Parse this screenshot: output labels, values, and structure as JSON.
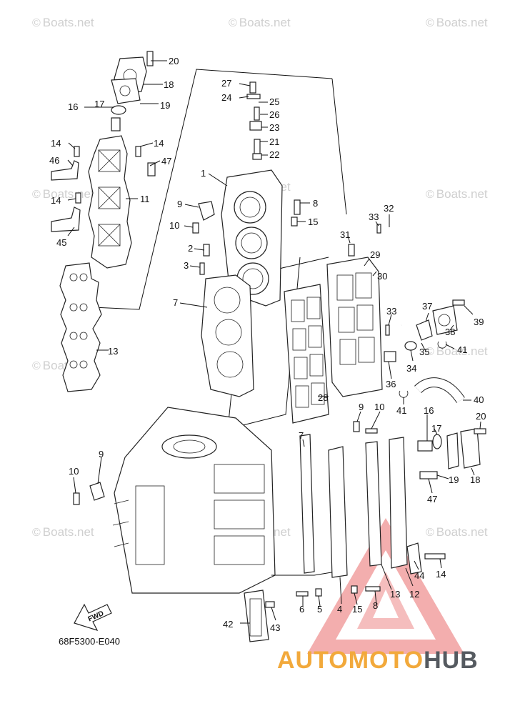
{
  "watermarks": [
    {
      "symbol": "©",
      "text": "Boats.net"
    },
    {
      "symbol": "©",
      "text": "Boats.net"
    },
    {
      "symbol": "©",
      "text": "Boats.net"
    },
    {
      "symbol": "©",
      "text": "Boats.net"
    },
    {
      "symbol": "©",
      "text": "Boats.net"
    },
    {
      "symbol": "©",
      "text": "Boats.net"
    },
    {
      "symbol": "©",
      "text": "Boats.net"
    },
    {
      "symbol": "©",
      "text": "Boats.net"
    },
    {
      "symbol": "©",
      "text": "Boats.net"
    },
    {
      "symbol": "©",
      "text": "Boats.net"
    },
    {
      "symbol": "©",
      "text": "Boats.net"
    }
  ],
  "diagram_code": "68F5300-E040",
  "fwd_label": "FWD",
  "brand": {
    "part1": "AUTOMOTO",
    "part2": "HUB",
    "color1": "#f2a93b",
    "color2": "#555a60",
    "triangle_color": "#e23b3b"
  },
  "callouts": [
    "1",
    "2",
    "3",
    "4",
    "5",
    "6",
    "7",
    "7",
    "8",
    "8",
    "9",
    "9",
    "9",
    "10",
    "10",
    "10",
    "11",
    "12",
    "13",
    "13",
    "14",
    "14",
    "14",
    "14",
    "15",
    "15",
    "16",
    "16",
    "17",
    "17",
    "18",
    "18",
    "19",
    "19",
    "20",
    "20",
    "21",
    "22",
    "23",
    "24",
    "25",
    "26",
    "27",
    "28",
    "29",
    "30",
    "31",
    "32",
    "33",
    "33",
    "34",
    "35",
    "36",
    "37",
    "38",
    "39",
    "40",
    "41",
    "41",
    "42",
    "43",
    "44",
    "45",
    "46",
    "47",
    "47"
  ]
}
